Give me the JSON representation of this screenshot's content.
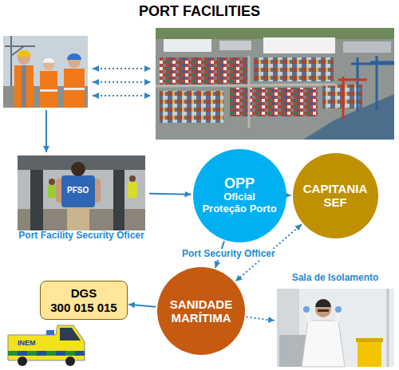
{
  "diagram": {
    "title": "PORT FACILITIES",
    "nodes": [
      {
        "text": [
          "Port Facility Security Oficer"
        ]
      },
      {
        "text": [
          "OPP",
          "Oficial Proteção Porto"
        ]
      },
      {
        "text": [
          "CAPITANIA SEF"
        ]
      },
      {
        "text": [
          "SANIDADE MARÍTIMA"
        ]
      },
      {
        "text": [
          "DGS",
          "300 015 015"
        ]
      },
      {
        "text": [
          "Sala de Isolamento"
        ]
      }
    ],
    "edges": [
      {
        "from": 0,
        "to": 1,
        "arrow": "to"
      },
      {
        "from": 1,
        "to": 2,
        "arrow": "to"
      },
      {
        "from": 1,
        "to": 3,
        "arrow": "to"
      },
      {
        "from": 2,
        "to": 3,
        "arrow": "both"
      },
      {
        "from": 3,
        "to": 4,
        "arrow": "to"
      },
      {
        "from": 3,
        "to": 5,
        "arrow": "to"
      }
    ],
    "labels": [
      "PFSO",
      "Port Security Officer",
      "INEM"
    ]
  }
}
